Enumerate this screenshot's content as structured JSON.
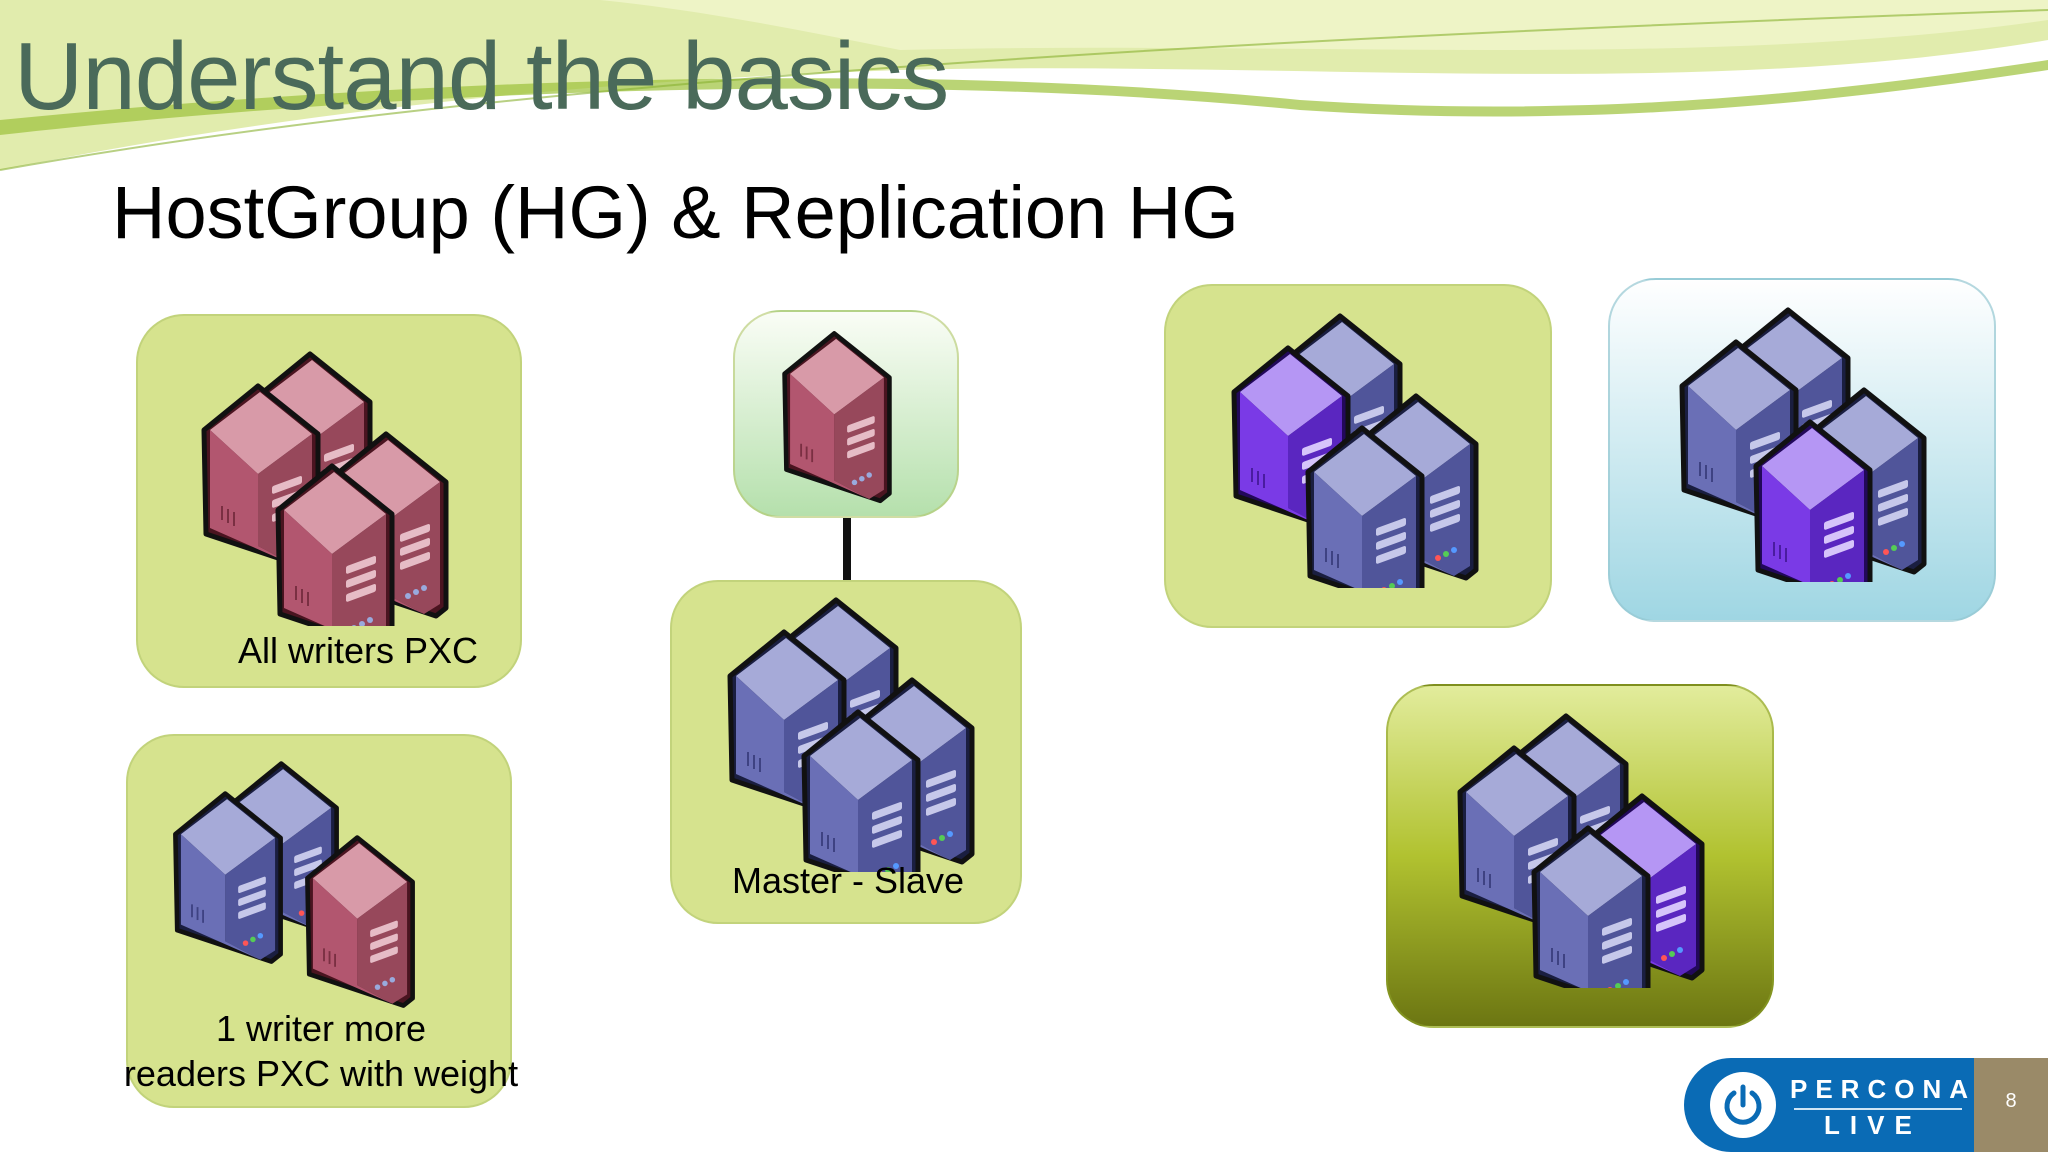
{
  "slide": {
    "title": "Understand the basics",
    "subtitle": "HostGroup (HG) & Replication HG",
    "page_number": "8"
  },
  "panels": {
    "all_writers": {
      "label": "All writers PXC"
    },
    "one_writer": {
      "label_line1": "1 writer more",
      "label_line2": "readers PXC with weight"
    },
    "master_slave": {
      "label": "Master - Slave"
    }
  },
  "logo": {
    "line1": "PERCONA",
    "line2": "LIVE",
    "icon": "power-icon"
  },
  "colors": {
    "title": "#4a6a5a",
    "server_red": "#b2566f",
    "server_blue": "#6a6fb6",
    "server_purple": "#7a3ae6",
    "panel_lime": "#d6e38e",
    "percona_blue": "#0a6bb5",
    "page_box": "#9a8a68"
  }
}
